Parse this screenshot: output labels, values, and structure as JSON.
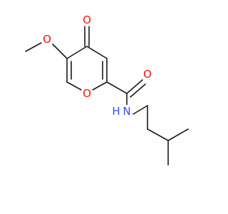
{
  "molecule": {
    "atom_labels": {
      "ketone_oxygen": "O",
      "methoxy_oxygen": "O",
      "ring_oxygen": "O",
      "amide_oxygen": "O",
      "amide_nitrogen": "N",
      "amide_hydrogen": "H"
    },
    "colors": {
      "bond": "#1a1a1a",
      "oxygen": "#ff0d0d",
      "nitrogen": "#3050f8"
    }
  }
}
